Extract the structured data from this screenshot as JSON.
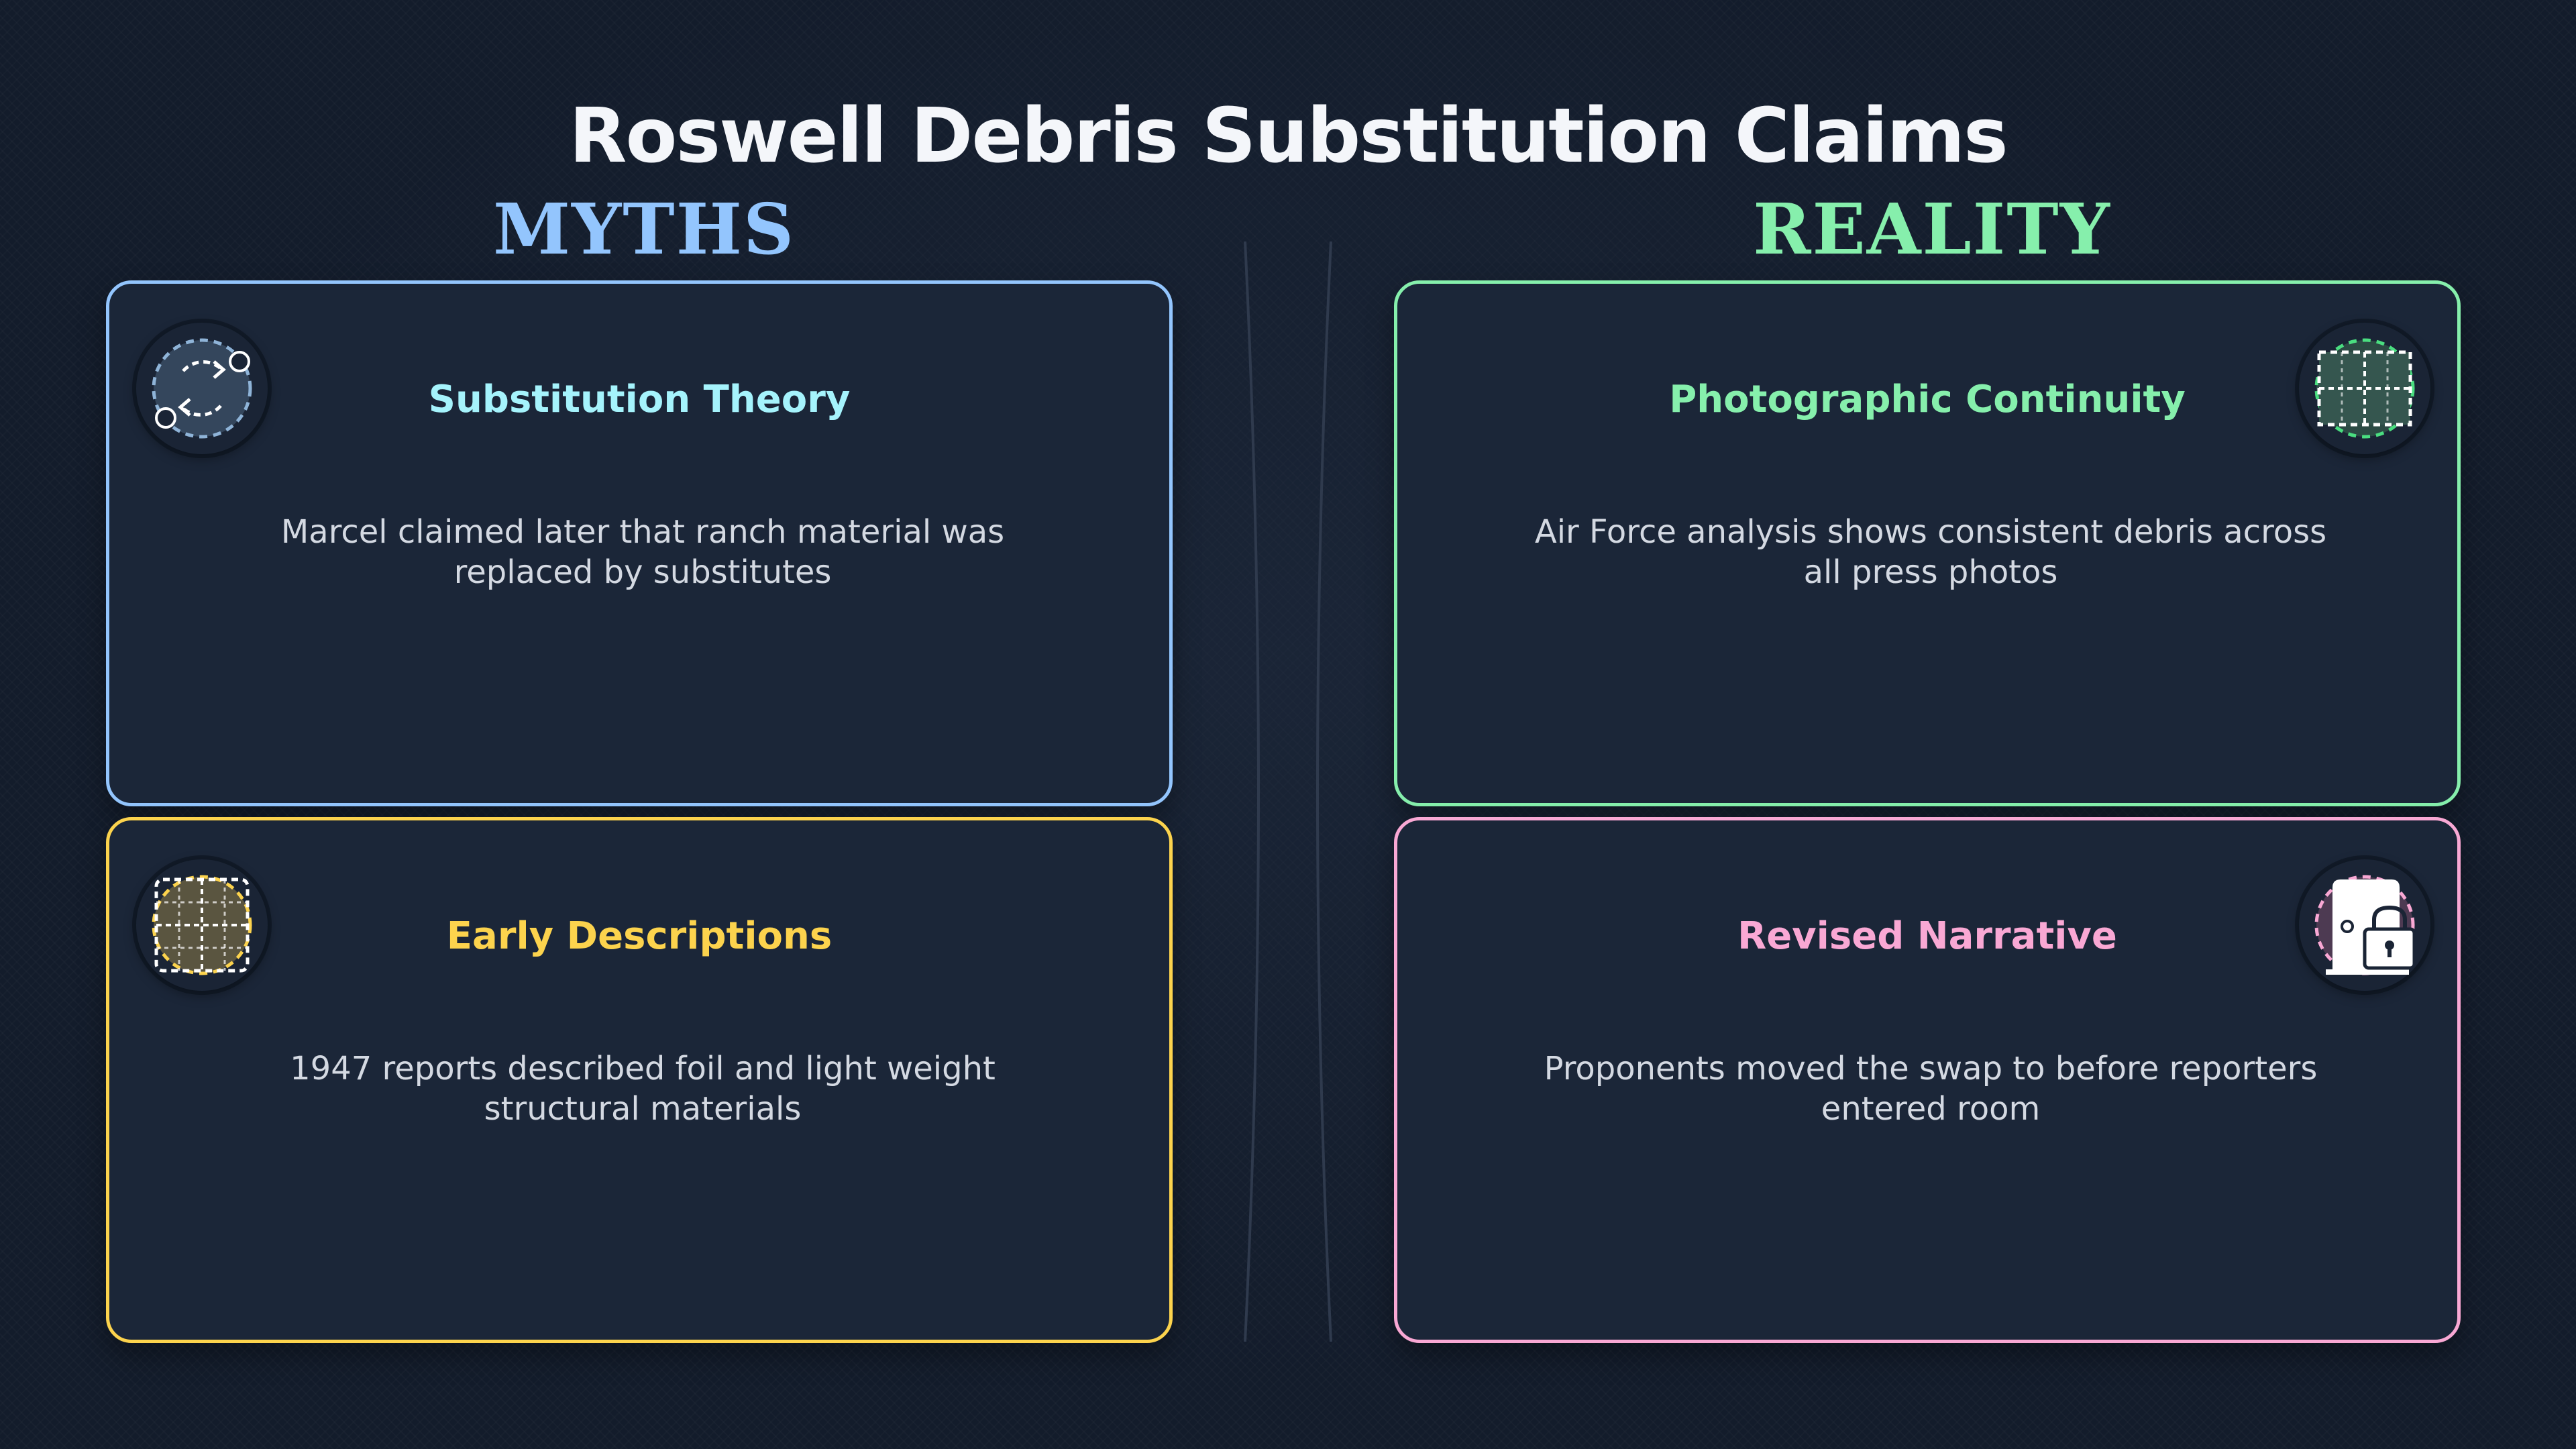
{
  "title": "Roswell Debris Substitution Claims",
  "columns": {
    "myths": "MYTHS",
    "reality": "REALITY"
  },
  "cards": {
    "substitution": {
      "title": "Substitution Theory",
      "body": "Marcel claimed later that ranch material was replaced by substitutes",
      "color": "#a5f3fc",
      "icon": "cycle-arrows-icon"
    },
    "photographic": {
      "title": "Photographic Continuity",
      "body": "Air Force analysis shows consistent debris across all press photos",
      "color": "#86efac",
      "icon": "photo-grid-icon"
    },
    "early": {
      "title": "Early Descriptions",
      "body": "1947 reports described foil and light weight structural materials",
      "color": "#fcd34d",
      "icon": "grid-icon"
    },
    "revised": {
      "title": "Revised Narrative",
      "body": "Proponents moved the swap to before reporters entered room",
      "color": "#f9a8d4",
      "icon": "locked-door-icon"
    }
  },
  "colors": {
    "myths": "#93c5fd",
    "reality": "#86efac",
    "background": "#131c2b",
    "card": "#1b2638"
  }
}
